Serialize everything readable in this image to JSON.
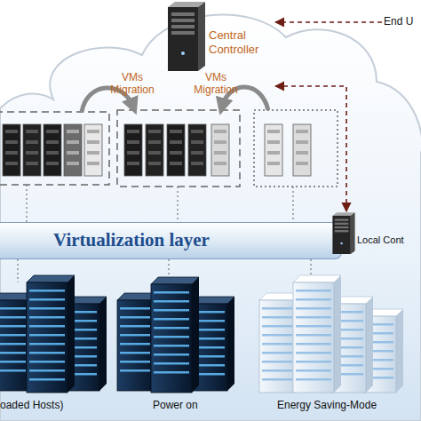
{
  "diagram": {
    "nodes": [
      {
        "text": [
          "Central Controller"
        ]
      },
      {
        "text": [
          "End U"
        ]
      },
      {
        "text": [
          "Virtualization layer"
        ]
      },
      {
        "text": [
          "Local Cont"
        ]
      }
    ],
    "edges": [
      {
        "from": 1,
        "to": 0,
        "arrow": "to"
      },
      {
        "from": 0,
        "to": 3,
        "arrow": "both"
      }
    ],
    "labels": [
      "VMs Migration",
      "VMs Migration",
      "oaded Hosts)",
      "Power on",
      "Energy Saving-Mode"
    ]
  }
}
